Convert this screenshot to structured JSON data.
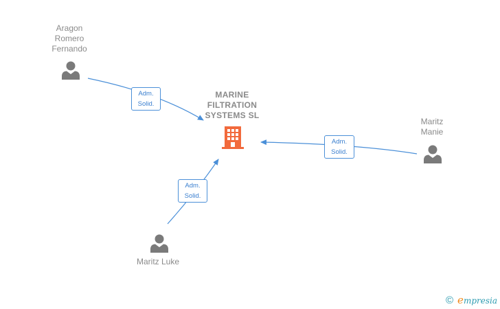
{
  "company": {
    "name_lines": [
      "MARINE",
      "FILTRATION",
      "SYSTEMS  SL"
    ],
    "color": "#f26a3c"
  },
  "people": [
    {
      "id": "aragon",
      "name_lines": [
        "Aragon",
        "Romero",
        "Fernando"
      ]
    },
    {
      "id": "manie",
      "name_lines": [
        "Maritz",
        "Manie"
      ]
    },
    {
      "id": "luke",
      "name_lines": [
        "Maritz Luke"
      ]
    }
  ],
  "relations": [
    {
      "from": "aragon",
      "label_lines": [
        "Adm.",
        "Solid."
      ]
    },
    {
      "from": "manie",
      "label_lines": [
        "Adm.",
        "Solid."
      ]
    },
    {
      "from": "luke",
      "label_lines": [
        "Adm.",
        "Solid."
      ]
    }
  ],
  "colors": {
    "edge": "#4a8fd8",
    "person": "#7a7a7a",
    "text": "#8a8a8a"
  },
  "footer": {
    "copyright_symbol": "©",
    "brand_first": "e",
    "brand_rest": "mpresia"
  }
}
